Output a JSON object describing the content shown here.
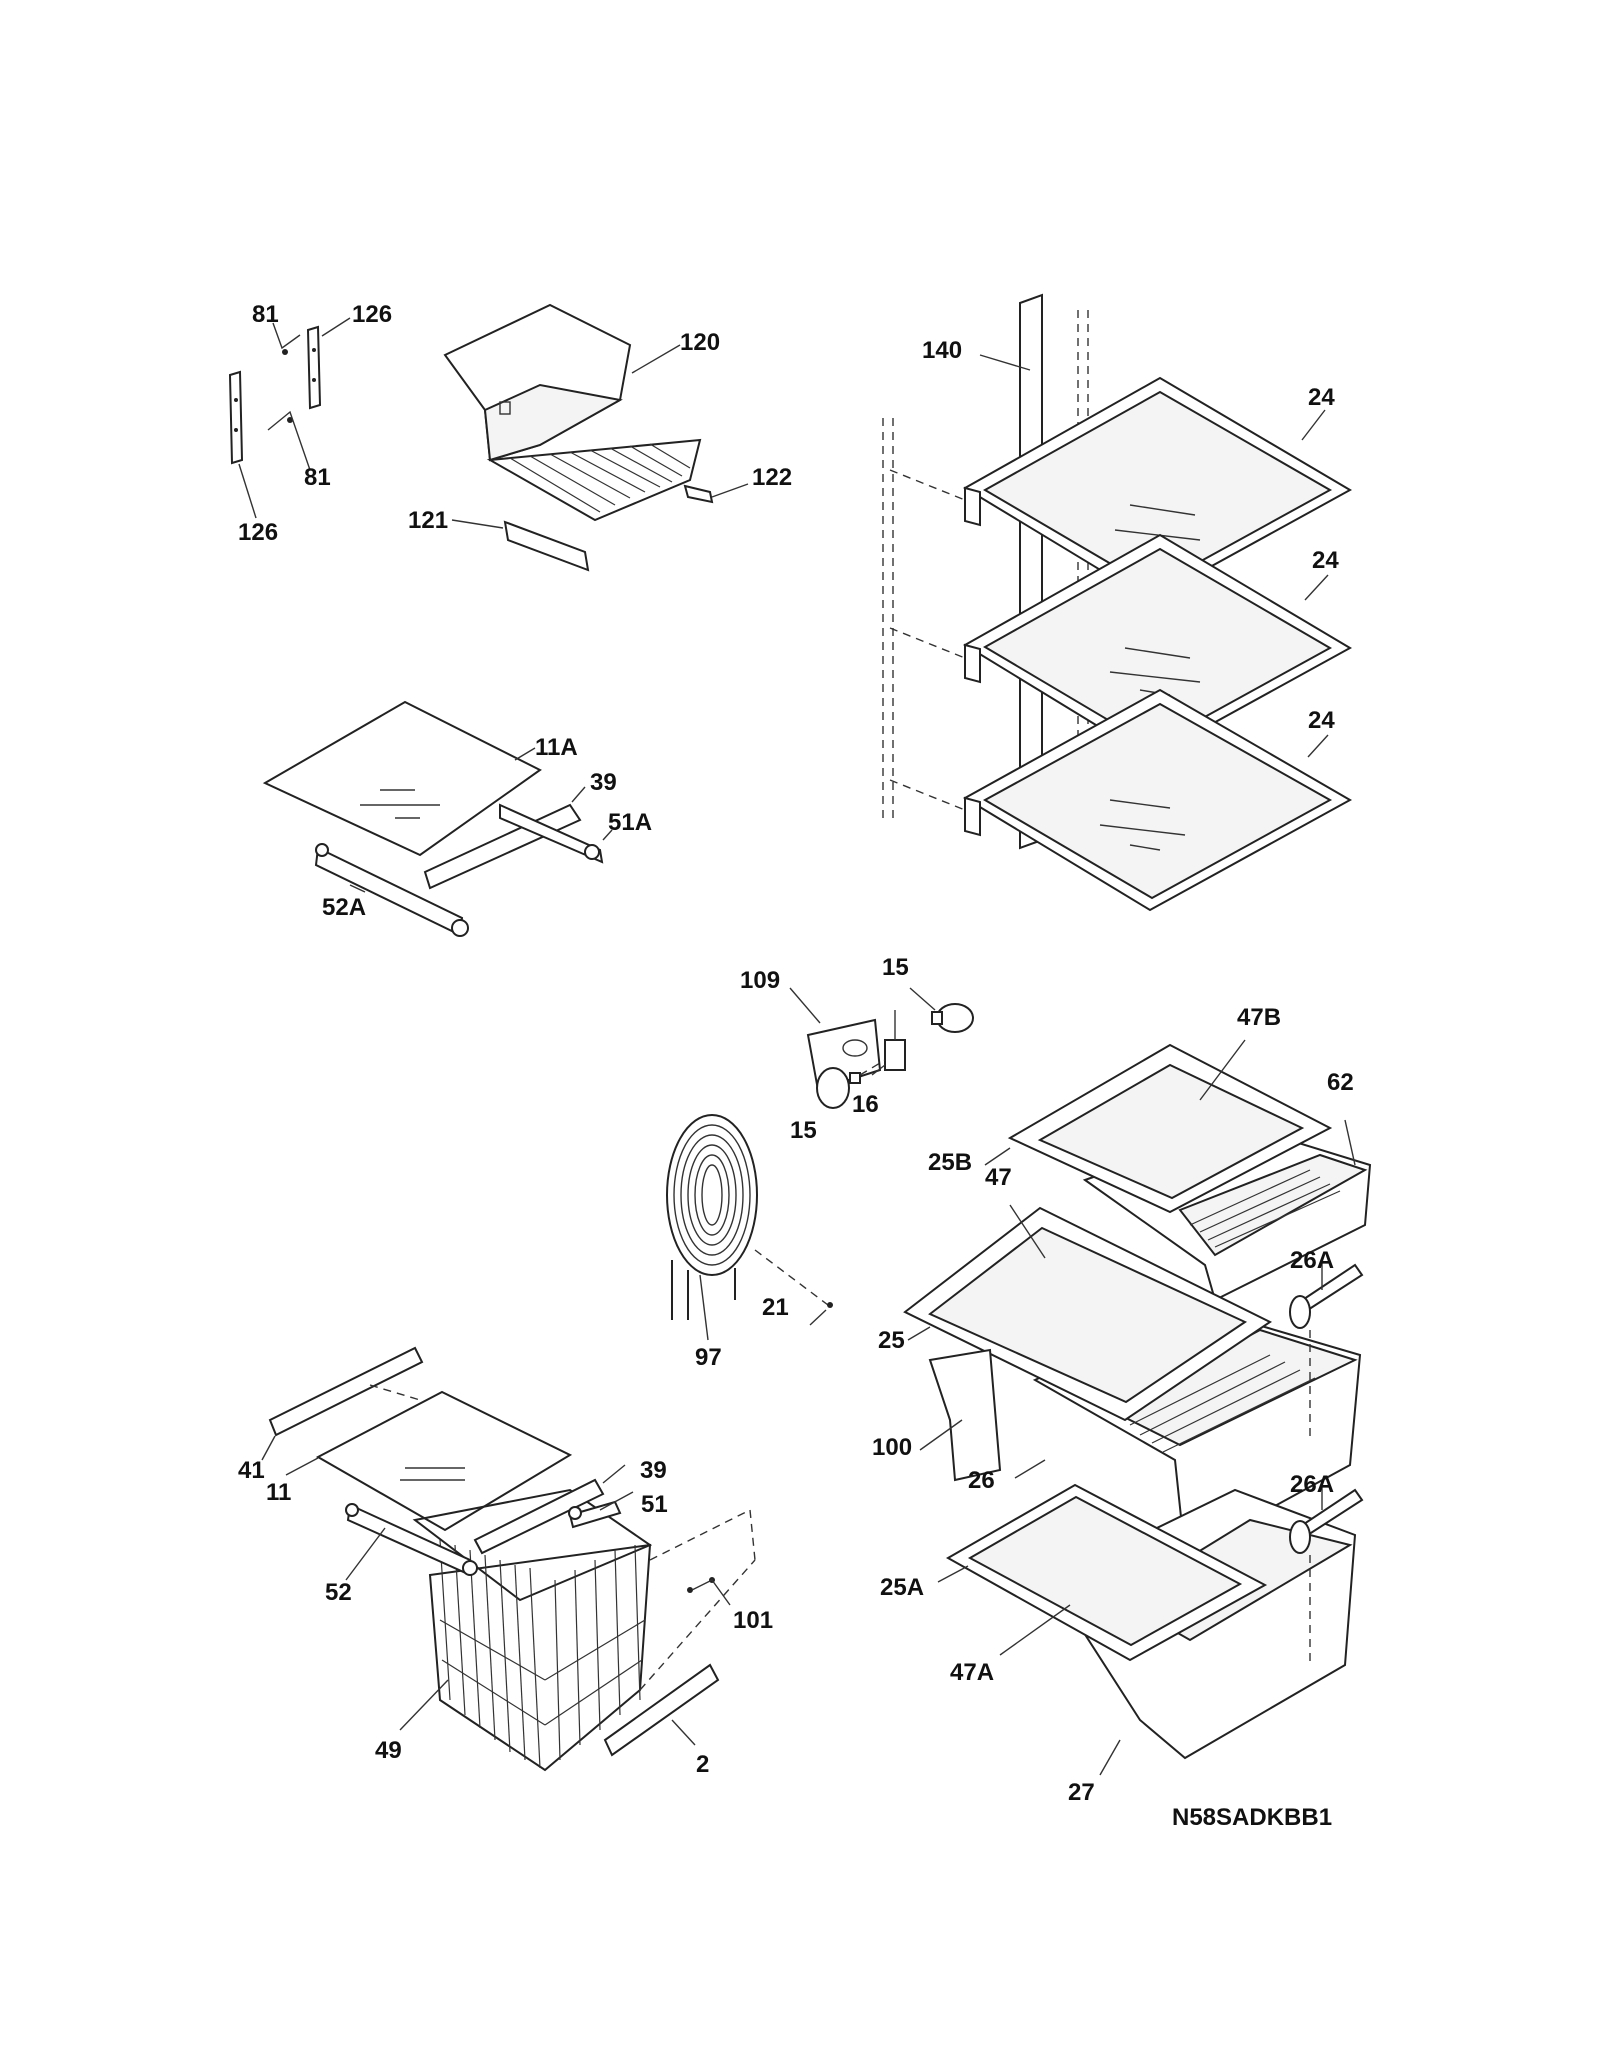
{
  "model_code": "N58SADKBB1",
  "callouts": {
    "c81a": "81",
    "c126a": "126",
    "c81b": "81",
    "c126b": "126",
    "c120": "120",
    "c122": "122",
    "c121": "121",
    "c140": "140",
    "c24a": "24",
    "c24b": "24",
    "c24c": "24",
    "c11A": "11A",
    "c39a": "39",
    "c51A": "51A",
    "c52A": "52A",
    "c109": "109",
    "c15a": "15",
    "c15b": "15",
    "c16": "16",
    "c47B": "47B",
    "c62": "62",
    "c25B": "25B",
    "c47": "47",
    "c97": "97",
    "c21": "21",
    "c26Aa": "26A",
    "c25": "25",
    "c100": "100",
    "c26": "26",
    "c26Ab": "26A",
    "c41": "41",
    "c11": "11",
    "c39b": "39",
    "c51": "51",
    "c52": "52",
    "c101": "101",
    "c49": "49",
    "c2": "2",
    "c25A": "25A",
    "c47A": "47A",
    "c27": "27"
  }
}
